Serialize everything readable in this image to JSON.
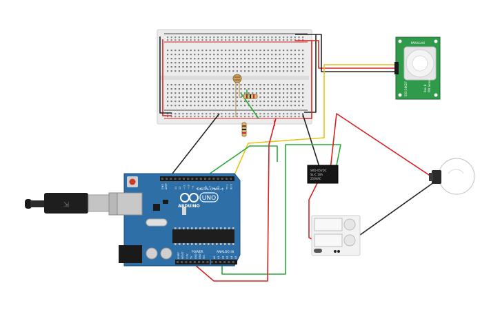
{
  "arduino": {
    "brand": "ARDUINO",
    "model": "UNO",
    "digital_header": "DIGITAL (PWM~)",
    "power_header": "POWER",
    "analog_header": "ANALOG IN",
    "aref": "AREF",
    "gnd": "GND",
    "digital_pins": [
      "13",
      "12",
      "~11",
      "~10",
      "~9",
      "8",
      "7",
      "~6",
      "~5",
      "4",
      "~3",
      "2",
      "TX 1",
      "RX 0"
    ],
    "power_pins": [
      "IOREF",
      "RESET",
      "3.3V",
      "5V",
      "GND",
      "GND",
      "VIN"
    ],
    "analog_pins": [
      "A0",
      "A1",
      "A2",
      "A3",
      "A4",
      "A5"
    ]
  },
  "pir_sensor": {
    "top_label": "PARALLAX",
    "side_label": "PIR Sensor",
    "side_label_2": "Rev B",
    "part_no": "555-28027"
  },
  "relay": {
    "line1": "SRD-05VDC",
    "line2": "SL-C 10A",
    "line3": "250VAC"
  },
  "colors": {
    "board_blue": "#2f6fa8",
    "wire_red": "#d82020",
    "wire_black": "#222222",
    "wire_green": "#2aa836",
    "wire_yellow": "#e8c21a",
    "breadboard": "#f0f0f0",
    "pir_green": "#2f9a4a"
  }
}
